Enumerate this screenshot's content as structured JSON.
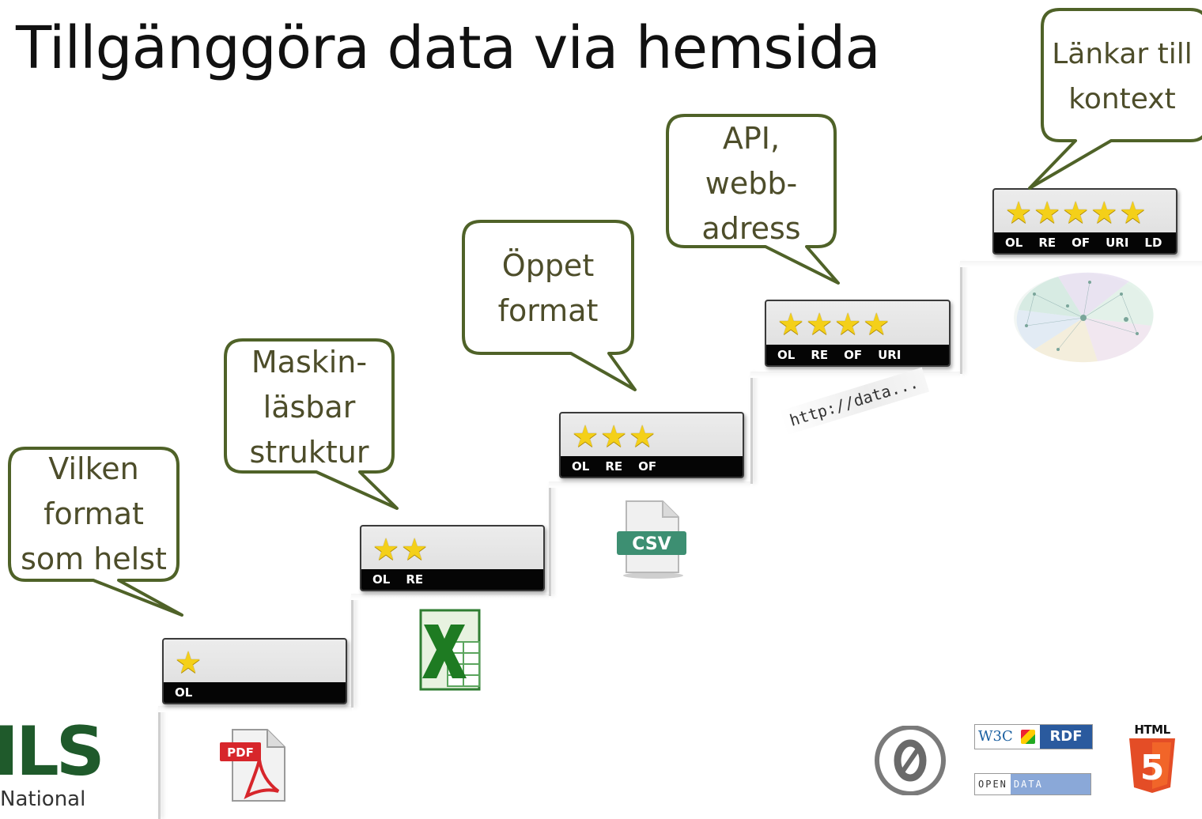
{
  "title": "Tillgänggöra data via hemsida",
  "steps": [
    {
      "stars": 1,
      "codes": [
        "OL"
      ],
      "bubble": [
        "Vilken",
        "format",
        "som helst"
      ],
      "icon": "pdf-icon"
    },
    {
      "stars": 2,
      "codes": [
        "OL",
        "RE"
      ],
      "bubble": [
        "Maskin-",
        "läsbar",
        "struktur"
      ],
      "icon": "excel-icon"
    },
    {
      "stars": 3,
      "codes": [
        "OL",
        "RE",
        "OF"
      ],
      "bubble": [
        "Öppet",
        "format"
      ],
      "icon": "csv-icon",
      "icon_label": "CSV"
    },
    {
      "stars": 4,
      "codes": [
        "OL",
        "RE",
        "OF",
        "URI"
      ],
      "bubble": [
        "API,",
        "webb-",
        "adress"
      ],
      "icon": "uri-text",
      "icon_label": "http://data..."
    },
    {
      "stars": 5,
      "codes": [
        "OL",
        "RE",
        "OF",
        "URI",
        "LD"
      ],
      "bubble": [
        "Länkar till",
        "kontext"
      ],
      "icon": "linked-data-graph-icon"
    }
  ],
  "logos": {
    "cc0": "0",
    "w3c": "W3C",
    "rdf": "RDF",
    "open_data_open": "OPEN",
    "open_data_data": "DATA",
    "html5": "HTML",
    "html5_num": "5",
    "org_mark": "ILS",
    "org_subtitle": "National"
  },
  "colors": {
    "bubble_border": "#4f6228",
    "bubble_text": "#4d4d2a",
    "star": "#f4d019",
    "org_green": "#1f5a2b"
  }
}
